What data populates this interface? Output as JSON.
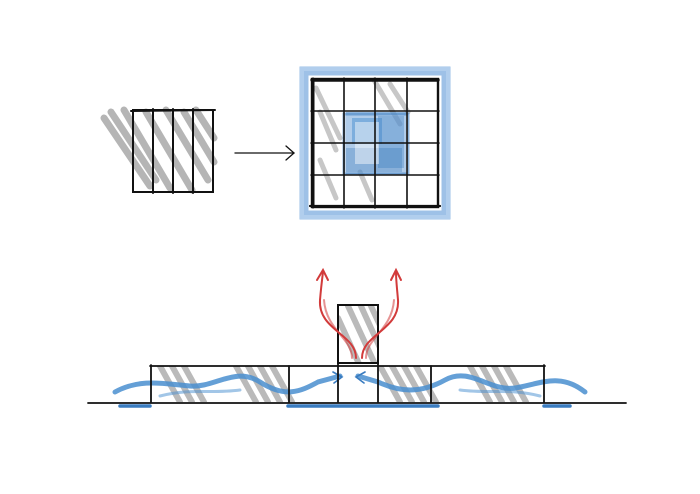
{
  "colors": {
    "ink": "#111111",
    "hatch": "#a9a9a9",
    "blue": "#4a8fd0",
    "blue_light": "#a8c8ea",
    "red": "#d23b3b",
    "background": "#ffffff"
  },
  "diagram": {
    "plan_before": {
      "columns": 4,
      "hatched": true
    },
    "plan_after": {
      "grid_rows": 4,
      "grid_cols": 4,
      "courtyard": "blue"
    },
    "transform_arrow": "right",
    "section": {
      "airflow_in": "blue",
      "airflow_out": "red",
      "ground_water": "blue"
    }
  }
}
